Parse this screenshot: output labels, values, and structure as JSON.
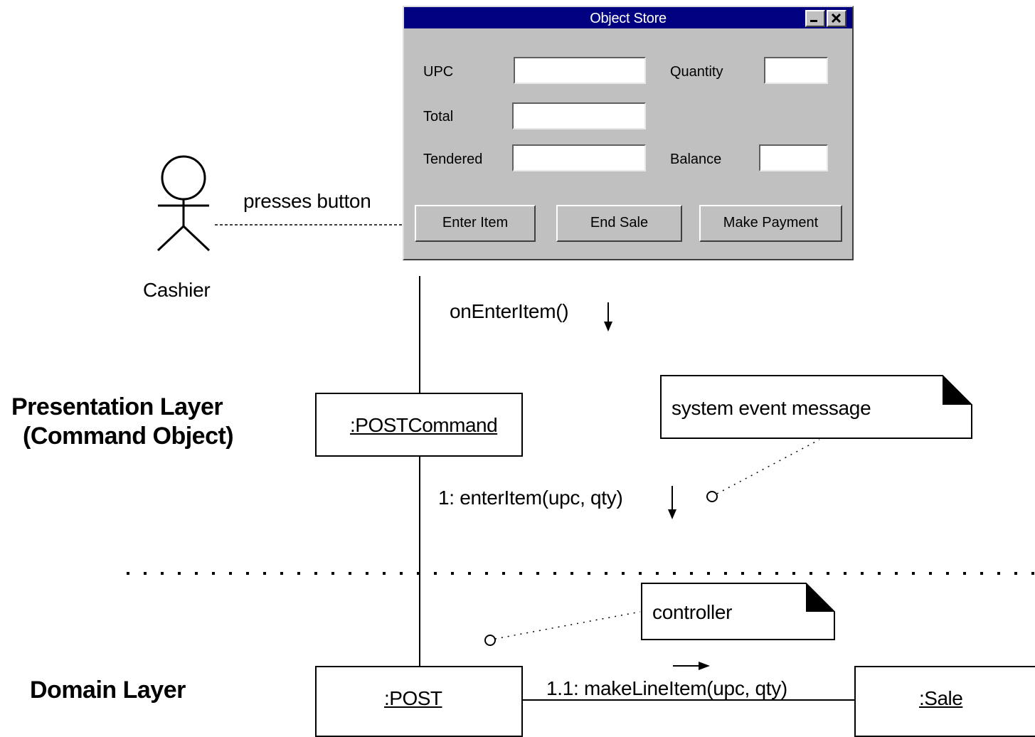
{
  "window": {
    "title": "Object Store",
    "minimize_glyph": "minimize-icon",
    "close_glyph": "close-icon",
    "fields": {
      "upc": {
        "label": "UPC",
        "value": ""
      },
      "quantity": {
        "label": "Quantity",
        "value": ""
      },
      "total": {
        "label": "Total",
        "value": ""
      },
      "tendered": {
        "label": "Tendered",
        "value": ""
      },
      "balance": {
        "label": "Balance",
        "value": ""
      }
    },
    "buttons": {
      "enter_item": "Enter Item",
      "end_sale": "End Sale",
      "make_payment": "Make Payment"
    }
  },
  "diagram": {
    "actor": {
      "name": "Cashier",
      "icon": "stick-figure-icon"
    },
    "actor_message": "presses button",
    "ui_message": "onEnterItem()",
    "layers": {
      "presentation": {
        "line1": "Presentation Layer",
        "line2": "(Command Object)"
      },
      "domain": "Domain Layer"
    },
    "objects": {
      "post_command": ":POSTCommand",
      "post": ":POST",
      "sale": ":Sale"
    },
    "messages": {
      "enter_item": "1: enterItem(upc, qty)",
      "make_line_item": "1.1: makeLineItem(upc, qty)"
    },
    "notes": {
      "system_event": "system event message",
      "controller": "controller"
    }
  }
}
